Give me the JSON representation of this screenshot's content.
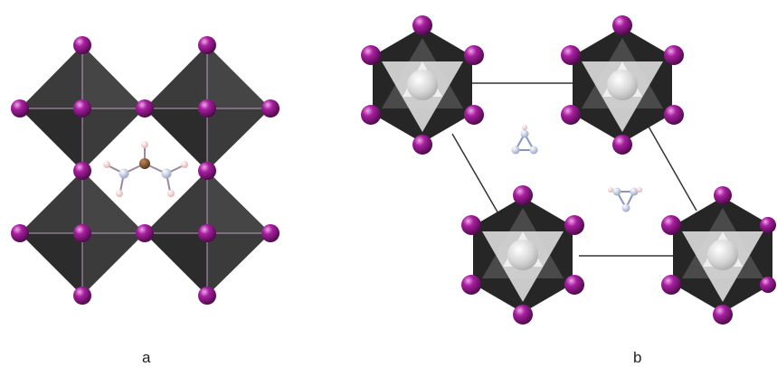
{
  "panels": [
    {
      "id": "a",
      "label": "a"
    },
    {
      "id": "b",
      "label": "b"
    }
  ],
  "colors": {
    "octahedron": "#3a3a3a",
    "octahedron_dark": "#262626",
    "halide_atom": "#a0179a",
    "halide_highlight": "#e07ad6",
    "metal_center": "#d9d9d9",
    "carbon": "#7a4a2a",
    "nitrogen": "#aab4d6",
    "hydrogen": "#f0c4c4",
    "cell_edge": "#333333"
  }
}
